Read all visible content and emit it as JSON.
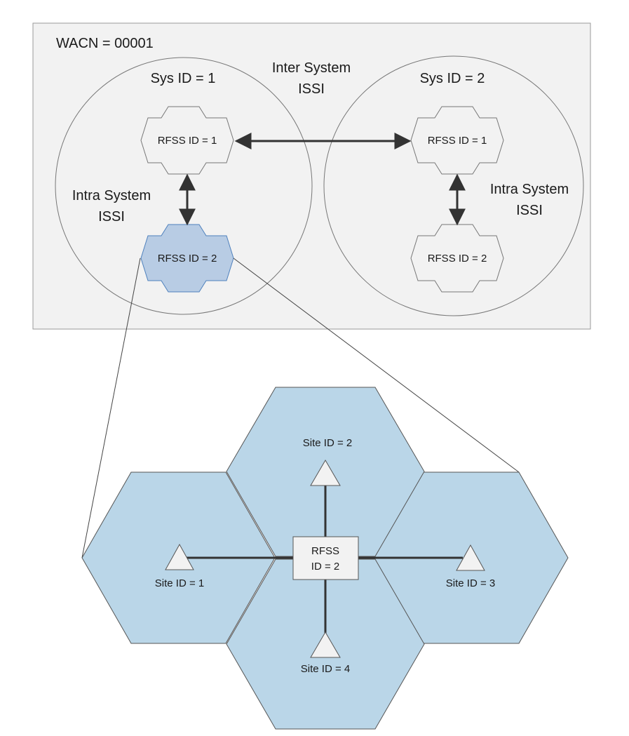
{
  "wacn_label": "WACN = 00001",
  "inter_system_label": [
    "Inter System",
    "ISSI"
  ],
  "systems": [
    {
      "label": "Sys ID = 1",
      "intra_label": [
        "Intra System",
        "ISSI"
      ],
      "rfss": [
        "RFSS ID = 1",
        "RFSS ID = 2"
      ]
    },
    {
      "label": "Sys ID = 2",
      "intra_label": [
        "Intra System",
        "ISSI"
      ],
      "rfss": [
        "RFSS ID = 1",
        "RFSS ID = 2"
      ]
    }
  ],
  "detail": {
    "rfss_label": [
      "RFSS",
      "ID = 2"
    ],
    "sites": [
      "Site ID = 1",
      "Site ID = 2",
      "Site ID = 3",
      "Site ID = 4"
    ]
  },
  "colors": {
    "cell_fill": "#bad6e8",
    "highlight_fill": "#b8cce4",
    "panel_fill": "#f2f2f2"
  }
}
